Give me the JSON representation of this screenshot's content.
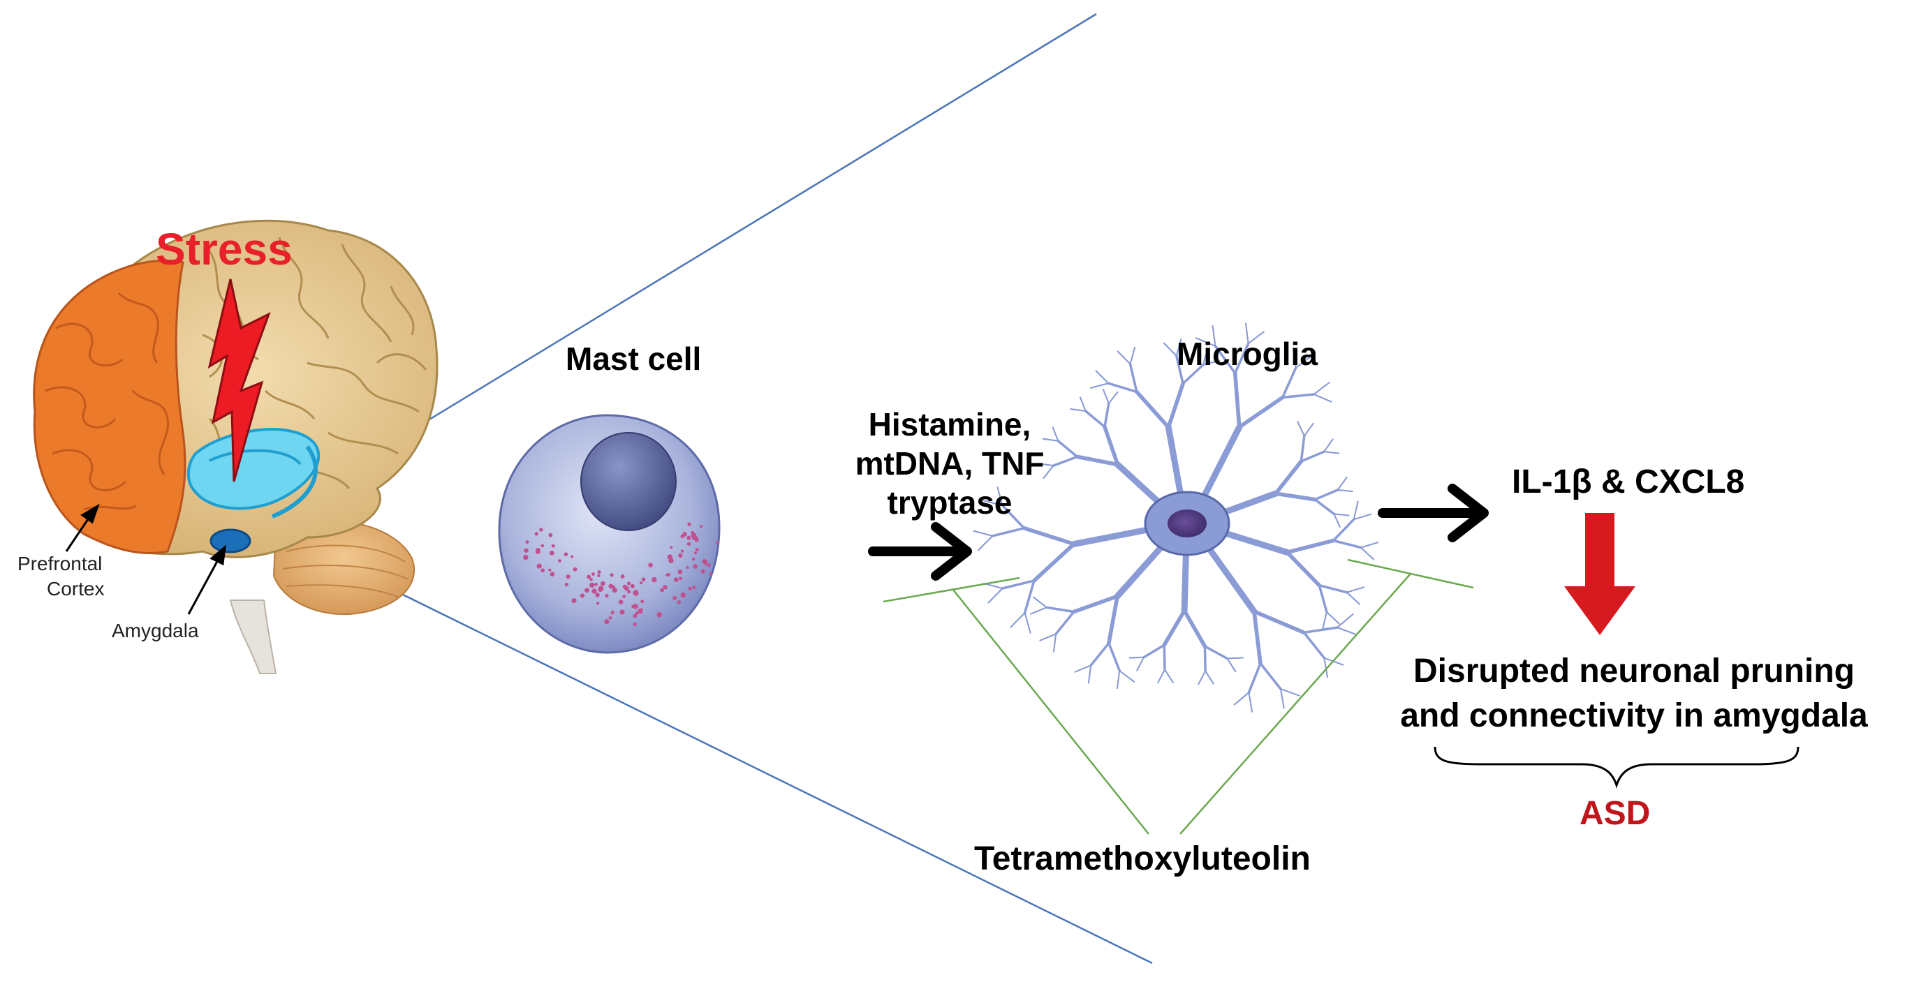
{
  "labels": {
    "stress": "Stress",
    "prefrontal_line1": "Prefrontal",
    "prefrontal_line2": "Cortex",
    "amygdala": "Amygdala",
    "mast_cell": "Mast cell",
    "mediators_line1": "Histamine,",
    "mediators_line2": "mtDNA, TNF",
    "mediators_line3": "tryptase",
    "microglia": "Microglia",
    "cytokines": "IL-1β & CXCL8",
    "outcome_line1": "Disrupted neuronal pruning",
    "outcome_line2": "and connectivity in amygdala",
    "asd": "ASD",
    "inhibitor": "Tetramethoxyluteolin"
  },
  "colors": {
    "stress_red": "#e8202a",
    "asd_red": "#c0151a",
    "arrow_red": "#d71920",
    "inhibit_green": "#6aa84f",
    "zoom_blue": "#4a76b8",
    "brain_tan": "#e3c48c",
    "prefrontal_orange": "#ec7a2b",
    "amygdala_cyan": "#35c3ea",
    "cell_blue": "#aab4dc",
    "nucleus_blue": "#5e689e",
    "granule_pink": "#c0508e",
    "microglia_blue": "#8a9bd6"
  },
  "icons": [
    "brain-illustration",
    "lightning-bolt-icon",
    "mast-cell-illustration",
    "microglia-illustration"
  ]
}
